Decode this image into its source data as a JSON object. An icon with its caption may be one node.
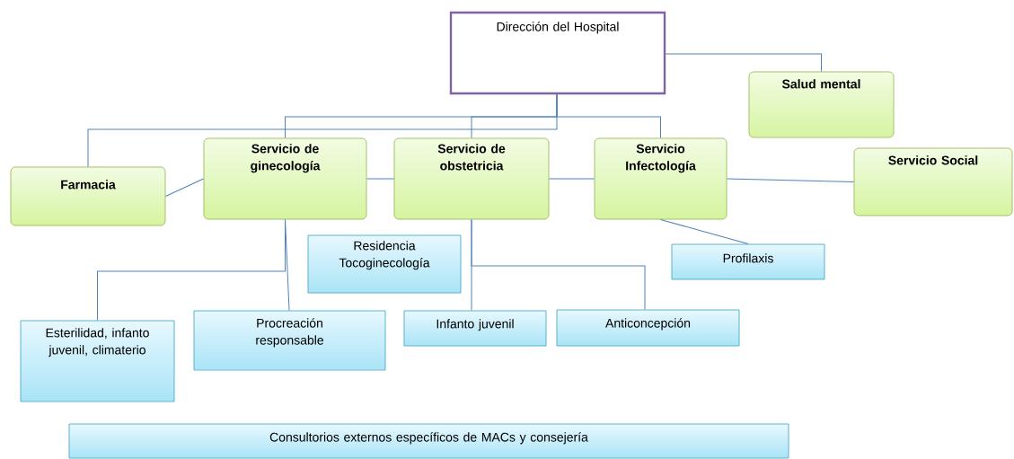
{
  "diagram": {
    "nodes": [
      {
        "text": [
          "Dirección del Hospital"
        ]
      },
      {
        "text": [
          "Salud mental"
        ]
      },
      {
        "text": [
          "Farmacia"
        ]
      },
      {
        "text": [
          "Servicio de ginecología"
        ]
      },
      {
        "text": [
          "Servicio de obstetricia"
        ]
      },
      {
        "text": [
          "Servicio Infectología"
        ]
      },
      {
        "text": [
          "Servicio Social"
        ]
      },
      {
        "text": [
          "Residencia Tocoginecología"
        ]
      },
      {
        "text": [
          "Profilaxis"
        ]
      },
      {
        "text": [
          "Esterilidad, infanto juvenil, climaterio"
        ]
      },
      {
        "text": [
          "Procreación responsable"
        ]
      },
      {
        "text": [
          "Infanto juvenil"
        ]
      },
      {
        "text": [
          "Anticoncepción"
        ]
      },
      {
        "text": [
          "Consultorios externos específicos de MACs y consejería"
        ]
      }
    ],
    "edges": [
      {
        "from": 0,
        "to": 1,
        "arrow": "none"
      },
      {
        "from": 0,
        "to": 2,
        "arrow": "none"
      },
      {
        "from": 0,
        "to": 3,
        "arrow": "none"
      },
      {
        "from": 0,
        "to": 4,
        "arrow": "none"
      },
      {
        "from": 0,
        "to": 5,
        "arrow": "none"
      },
      {
        "from": 2,
        "to": 3,
        "arrow": "none"
      },
      {
        "from": 3,
        "to": 4,
        "arrow": "none"
      },
      {
        "from": 4,
        "to": 5,
        "arrow": "none"
      },
      {
        "from": 5,
        "to": 6,
        "arrow": "none"
      },
      {
        "from": 5,
        "to": 8,
        "arrow": "none"
      },
      {
        "from": 3,
        "to": 9,
        "arrow": "none"
      },
      {
        "from": 3,
        "to": 10,
        "arrow": "none"
      },
      {
        "from": 4,
        "to": 11,
        "arrow": "none"
      },
      {
        "from": 4,
        "to": 12,
        "arrow": "none"
      }
    ]
  }
}
